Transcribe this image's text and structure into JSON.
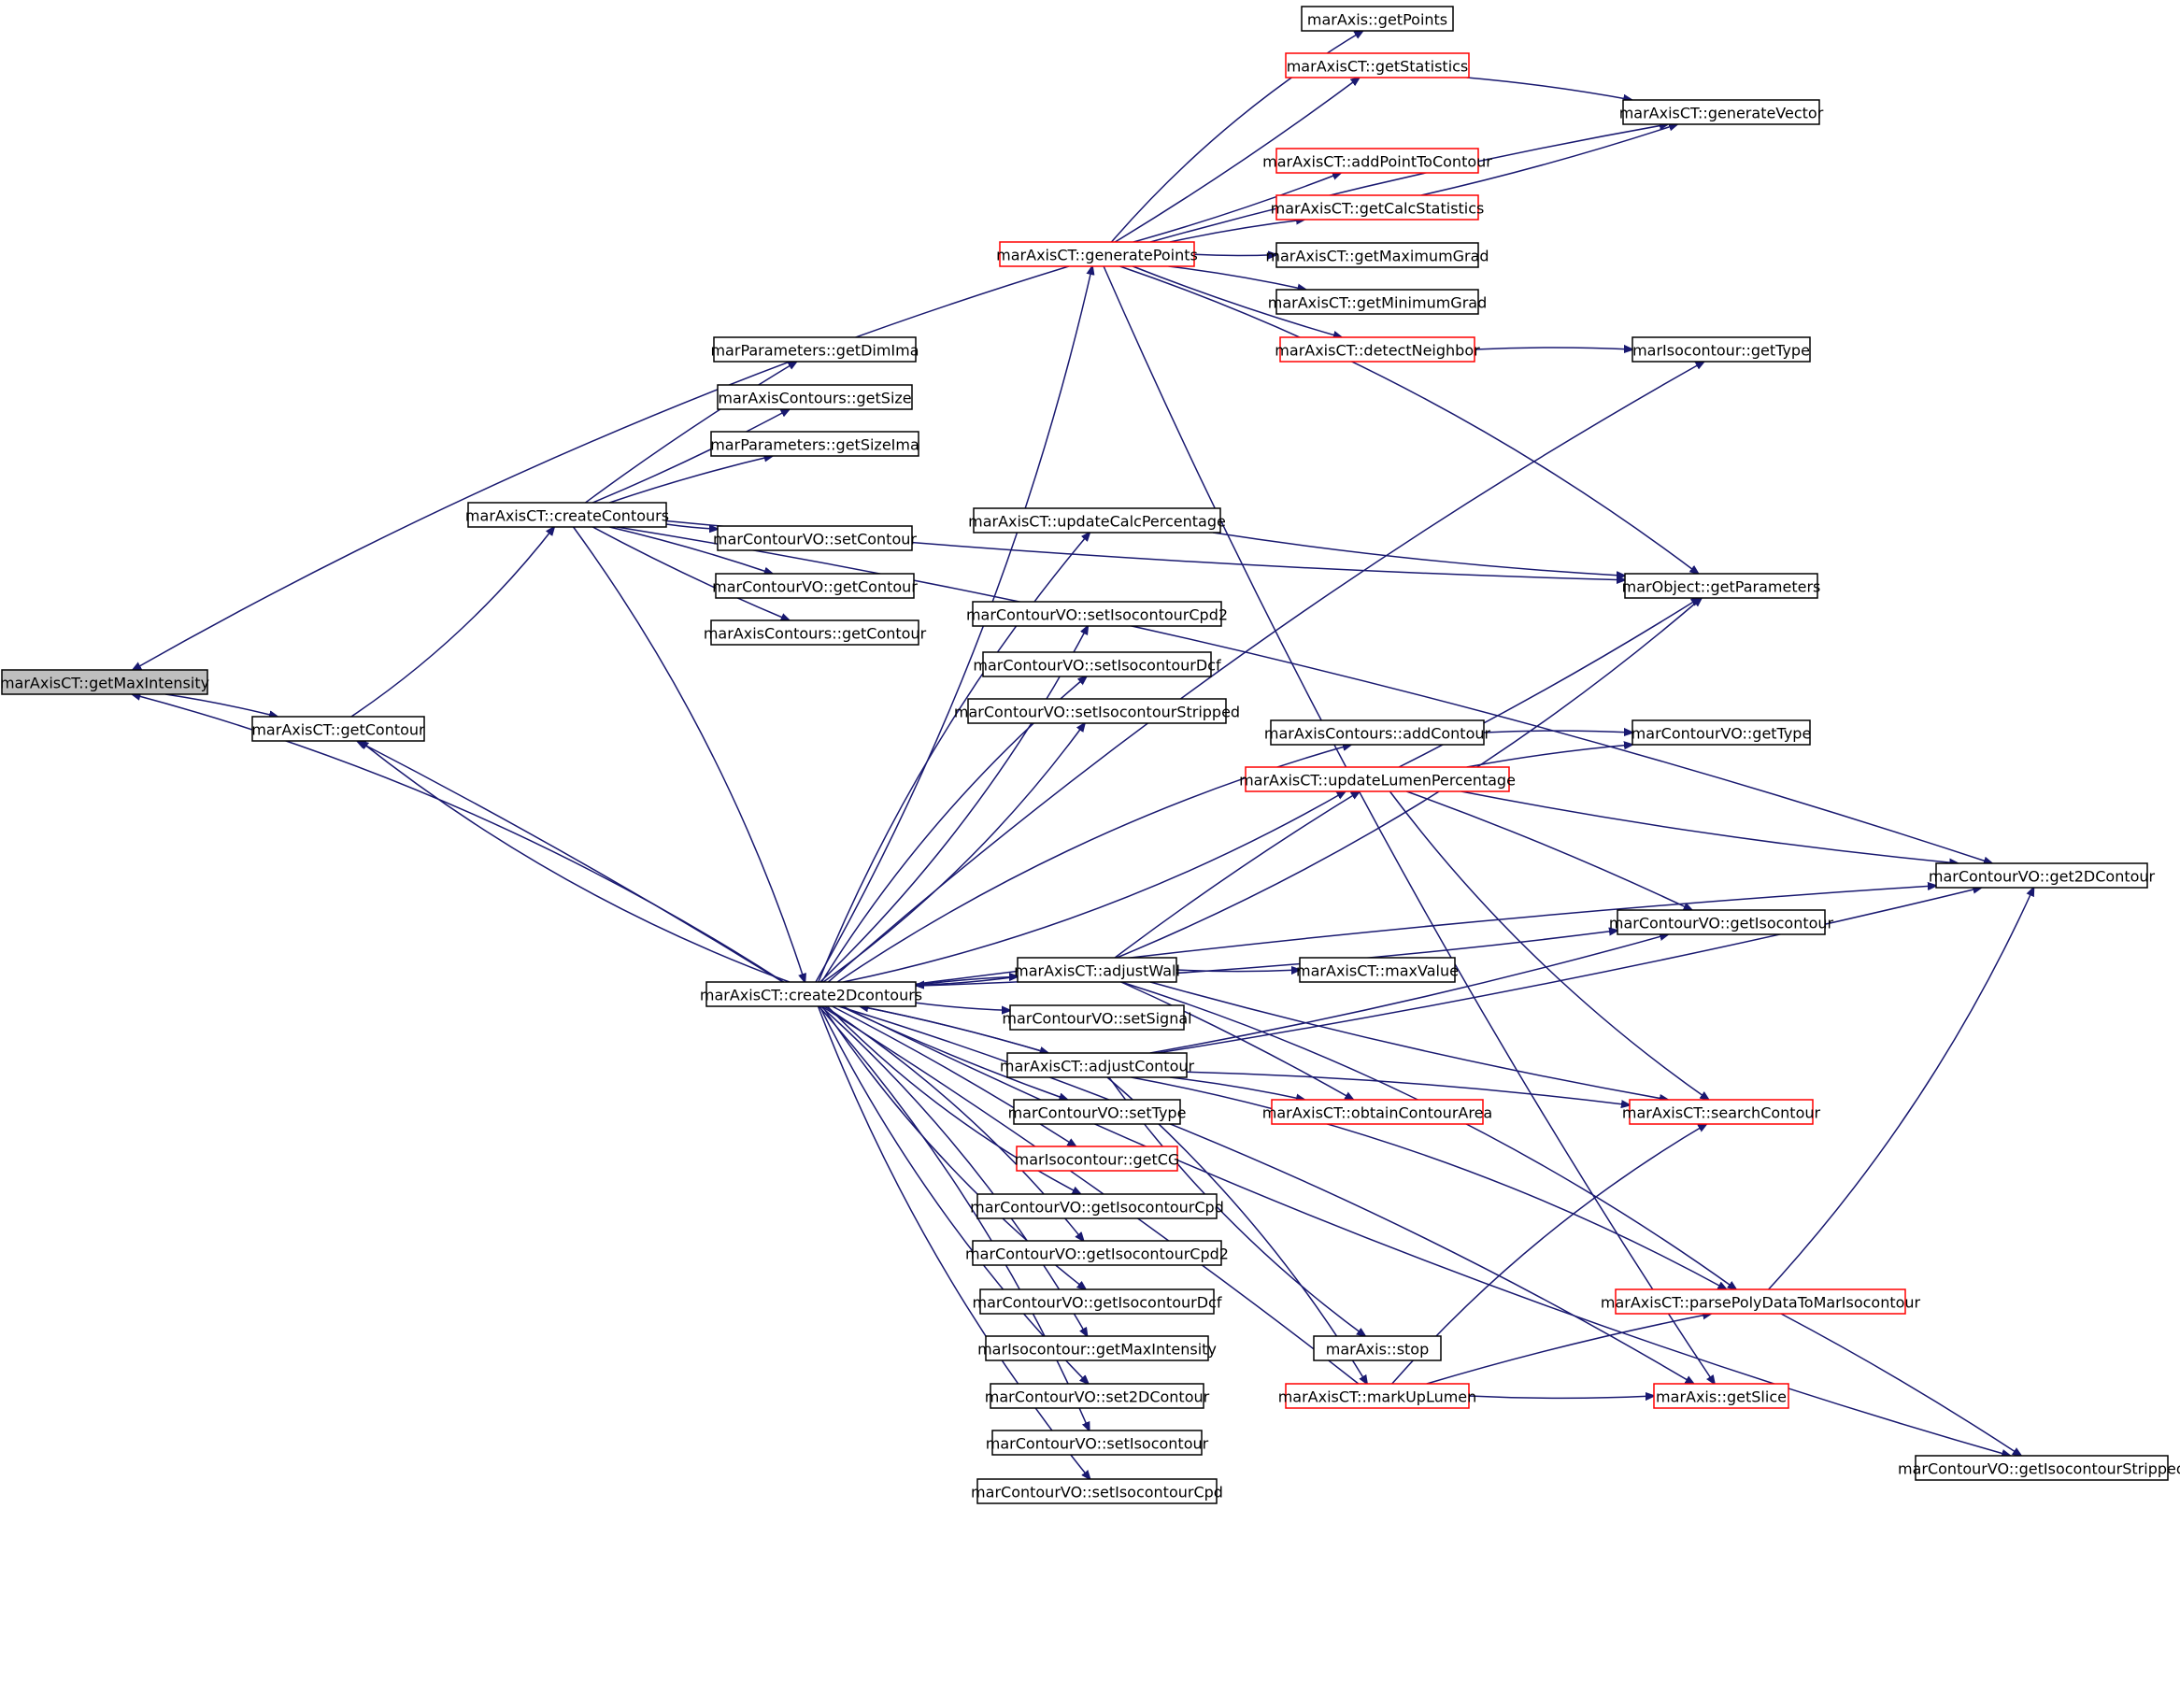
{
  "colors": {
    "edge": "#191970",
    "box_default": "#000000",
    "box_link": "#ff0000",
    "box_root_fill": "#bfbfbf",
    "box_fill": "#ffffff"
  },
  "root": "getMaxIntensity",
  "nodes": {
    "getMaxIntensity": {
      "label": "marAxisCT::getMaxIntensity",
      "style": "root"
    },
    "getContour": {
      "label": "marAxisCT::getContour",
      "style": "plain"
    },
    "createContours": {
      "label": "marAxisCT::createContours",
      "style": "plain"
    },
    "getDimIma": {
      "label": "marParameters::getDimIma",
      "style": "plain"
    },
    "acGetSize": {
      "label": "marAxisContours::getSize",
      "style": "plain"
    },
    "getSizeIma": {
      "label": "marParameters::getSizeIma",
      "style": "plain"
    },
    "voSetContour": {
      "label": "marContourVO::setContour",
      "style": "plain"
    },
    "voGetContour": {
      "label": "marContourVO::getContour",
      "style": "plain"
    },
    "acGetContour": {
      "label": "marAxisContours::getContour",
      "style": "plain"
    },
    "create2Dcontours": {
      "label": "marAxisCT::create2Dcontours",
      "style": "plain"
    },
    "generatePoints": {
      "label": "marAxisCT::generatePoints",
      "style": "link"
    },
    "getPoints": {
      "label": "marAxis::getPoints",
      "style": "plain"
    },
    "getStatistics": {
      "label": "marAxisCT::getStatistics",
      "style": "link"
    },
    "generateVector": {
      "label": "marAxisCT::generateVector",
      "style": "plain"
    },
    "addPointToContour": {
      "label": "marAxisCT::addPointToContour",
      "style": "link"
    },
    "getCalcStatistics": {
      "label": "marAxisCT::getCalcStatistics",
      "style": "link"
    },
    "getMaximumGrad": {
      "label": "marAxisCT::getMaximumGrad",
      "style": "plain"
    },
    "getMinimumGrad": {
      "label": "marAxisCT::getMinimumGrad",
      "style": "plain"
    },
    "detectNeighbor": {
      "label": "marAxisCT::detectNeighbor",
      "style": "link"
    },
    "isoGetType": {
      "label": "marIsocontour::getType",
      "style": "plain"
    },
    "updateCalcPercentage": {
      "label": "marAxisCT::updateCalcPercentage",
      "style": "plain"
    },
    "getParameters": {
      "label": "marObject::getParameters",
      "style": "plain"
    },
    "setIsocontourCpd2": {
      "label": "marContourVO::setIsocontourCpd2",
      "style": "plain"
    },
    "setIsocontourDcf": {
      "label": "marContourVO::setIsocontourDcf",
      "style": "plain"
    },
    "setIsocontourStripped": {
      "label": "marContourVO::setIsocontourStripped",
      "style": "plain"
    },
    "addContour": {
      "label": "marAxisContours::addContour",
      "style": "plain"
    },
    "voGetType": {
      "label": "marContourVO::getType",
      "style": "plain"
    },
    "updateLumenPercentage": {
      "label": "marAxisCT::updateLumenPercentage",
      "style": "link"
    },
    "get2DContour": {
      "label": "marContourVO::get2DContour",
      "style": "plain"
    },
    "getIsocontour": {
      "label": "marContourVO::getIsocontour",
      "style": "plain"
    },
    "adjustWall": {
      "label": "marAxisCT::adjustWall",
      "style": "plain"
    },
    "maxValue": {
      "label": "marAxisCT::maxValue",
      "style": "plain"
    },
    "setSignal": {
      "label": "marContourVO::setSignal",
      "style": "plain"
    },
    "adjustContour": {
      "label": "marAxisCT::adjustContour",
      "style": "plain"
    },
    "obtainContourArea": {
      "label": "marAxisCT::obtainContourArea",
      "style": "link"
    },
    "searchContour": {
      "label": "marAxisCT::searchContour",
      "style": "link"
    },
    "setType": {
      "label": "marContourVO::setType",
      "style": "plain"
    },
    "getCG": {
      "label": "marIsocontour::getCG",
      "style": "link"
    },
    "getIsocontourCpd": {
      "label": "marContourVO::getIsocontourCpd",
      "style": "plain"
    },
    "getIsocontourCpd2": {
      "label": "marContourVO::getIsocontourCpd2",
      "style": "plain"
    },
    "getIsocontourDcf": {
      "label": "marContourVO::getIsocontourDcf",
      "style": "plain"
    },
    "isoGetMaxIntensity": {
      "label": "marIsocontour::getMaxIntensity",
      "style": "plain"
    },
    "set2DContour": {
      "label": "marContourVO::set2DContour",
      "style": "plain"
    },
    "setIsocontour": {
      "label": "marContourVO::setIsocontour",
      "style": "plain"
    },
    "setIsocontourCpd": {
      "label": "marContourVO::setIsocontourCpd",
      "style": "plain"
    },
    "parsePolyData": {
      "label": "marAxisCT::parsePolyDataToMarIsocontour",
      "style": "link"
    },
    "axisStop": {
      "label": "marAxis::stop",
      "style": "plain"
    },
    "markUpLumen": {
      "label": "marAxisCT::markUpLumen",
      "style": "link"
    },
    "getSlice": {
      "label": "marAxis::getSlice",
      "style": "link"
    },
    "getIsocontourStripped": {
      "label": "marContourVO::getIsocontourStripped",
      "style": "plain"
    }
  },
  "edges": [
    [
      "getMaxIntensity",
      "getContour"
    ],
    [
      "getContour",
      "createContours"
    ],
    [
      "createContours",
      "getDimIma"
    ],
    [
      "createContours",
      "acGetSize"
    ],
    [
      "createContours",
      "getSizeIma"
    ],
    [
      "createContours",
      "voSetContour"
    ],
    [
      "createContours",
      "voGetContour"
    ],
    [
      "createContours",
      "acGetContour"
    ],
    [
      "createContours",
      "create2Dcontours"
    ],
    [
      "createContours",
      "getParameters"
    ],
    [
      "createContours",
      "get2DContour"
    ],
    [
      "create2Dcontours",
      "getMaxIntensity"
    ],
    [
      "create2Dcontours",
      "getContour"
    ],
    [
      "create2Dcontours",
      "generatePoints"
    ],
    [
      "create2Dcontours",
      "updateCalcPercentage"
    ],
    [
      "create2Dcontours",
      "setIsocontourCpd2"
    ],
    [
      "create2Dcontours",
      "setIsocontourDcf"
    ],
    [
      "create2Dcontours",
      "setIsocontourStripped"
    ],
    [
      "create2Dcontours",
      "addContour"
    ],
    [
      "create2Dcontours",
      "updateLumenPercentage"
    ],
    [
      "create2Dcontours",
      "get2DContour"
    ],
    [
      "create2Dcontours",
      "getIsocontour"
    ],
    [
      "create2Dcontours",
      "adjustWall"
    ],
    [
      "create2Dcontours",
      "setSignal"
    ],
    [
      "create2Dcontours",
      "adjustContour"
    ],
    [
      "create2Dcontours",
      "setType"
    ],
    [
      "create2Dcontours",
      "getCG"
    ],
    [
      "create2Dcontours",
      "getIsocontourCpd"
    ],
    [
      "create2Dcontours",
      "getIsocontourCpd2"
    ],
    [
      "create2Dcontours",
      "getIsocontourDcf"
    ],
    [
      "create2Dcontours",
      "isoGetMaxIntensity"
    ],
    [
      "create2Dcontours",
      "set2DContour"
    ],
    [
      "create2Dcontours",
      "setIsocontour"
    ],
    [
      "create2Dcontours",
      "setIsocontourCpd"
    ],
    [
      "create2Dcontours",
      "getSlice"
    ],
    [
      "create2Dcontours",
      "getIsocontourStripped"
    ],
    [
      "create2Dcontours",
      "isoGetType"
    ],
    [
      "generatePoints",
      "getMaxIntensity"
    ],
    [
      "generatePoints",
      "getPoints"
    ],
    [
      "generatePoints",
      "getStatistics"
    ],
    [
      "generatePoints",
      "generateVector"
    ],
    [
      "generatePoints",
      "addPointToContour"
    ],
    [
      "generatePoints",
      "getCalcStatistics"
    ],
    [
      "generatePoints",
      "getMaximumGrad"
    ],
    [
      "generatePoints",
      "getMinimumGrad"
    ],
    [
      "generatePoints",
      "detectNeighbor"
    ],
    [
      "generatePoints",
      "getParameters"
    ],
    [
      "generatePoints",
      "getSlice"
    ],
    [
      "getStatistics",
      "generateVector"
    ],
    [
      "getCalcStatistics",
      "generateVector"
    ],
    [
      "detectNeighbor",
      "isoGetType"
    ],
    [
      "updateCalcPercentage",
      "getParameters"
    ],
    [
      "addContour",
      "voGetType"
    ],
    [
      "updateLumenPercentage",
      "getParameters"
    ],
    [
      "updateLumenPercentage",
      "voGetType"
    ],
    [
      "updateLumenPercentage",
      "get2DContour"
    ],
    [
      "updateLumenPercentage",
      "getIsocontour"
    ],
    [
      "updateLumenPercentage",
      "searchContour"
    ],
    [
      "adjustWall",
      "create2Dcontours"
    ],
    [
      "adjustWall",
      "getParameters"
    ],
    [
      "adjustWall",
      "updateLumenPercentage"
    ],
    [
      "adjustWall",
      "maxValue"
    ],
    [
      "adjustWall",
      "obtainContourArea"
    ],
    [
      "adjustWall",
      "searchContour"
    ],
    [
      "adjustWall",
      "parsePolyData"
    ],
    [
      "adjustContour",
      "create2Dcontours"
    ],
    [
      "adjustContour",
      "obtainContourArea"
    ],
    [
      "adjustContour",
      "getIsocontour"
    ],
    [
      "adjustContour",
      "searchContour"
    ],
    [
      "adjustContour",
      "get2DContour"
    ],
    [
      "adjustContour",
      "parsePolyData"
    ],
    [
      "adjustContour",
      "axisStop"
    ],
    [
      "adjustContour",
      "markUpLumen"
    ],
    [
      "markUpLumen",
      "getContour"
    ],
    [
      "markUpLumen",
      "parsePolyData"
    ],
    [
      "markUpLumen",
      "getSlice"
    ],
    [
      "markUpLumen",
      "searchContour"
    ],
    [
      "parsePolyData",
      "get2DContour"
    ],
    [
      "parsePolyData",
      "getIsocontourStripped"
    ]
  ]
}
